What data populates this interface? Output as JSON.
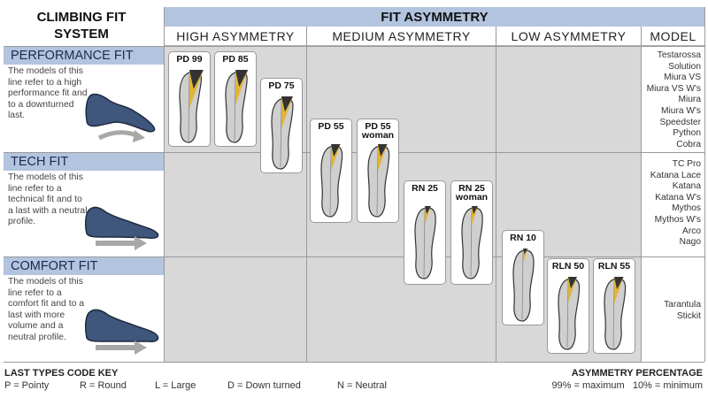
{
  "system_title": "CLIMBING FIT SYSTEM",
  "fit_asymmetry_title": "FIT ASYMMETRY",
  "columns": {
    "high": "HIGH ASYMMETRY",
    "medium": "MEDIUM ASYMMETRY",
    "low": "LOW ASYMMETRY",
    "model": "MODEL"
  },
  "categories": [
    {
      "title": "PERFORMANCE FIT",
      "description": "The models of this line refer to a high performance fit and to a downturned last.",
      "models": [
        "Testarossa",
        "Solution",
        "Miura VS",
        "Miura VS W's",
        "Miura",
        "Miura W's",
        "Speedster",
        "Python",
        "Cobra"
      ]
    },
    {
      "title": "TECH FIT",
      "description": "The models of this line refer to a technical fit and to a last with a neutral profile.",
      "models": [
        "TC Pro",
        "Katana Lace",
        "Katana",
        "Katana W's",
        "Mythos",
        "Mythos W's",
        "Arco",
        "Nago"
      ]
    },
    {
      "title": "COMFORT FIT",
      "description": "The models of this line refer to a comfort fit and to a last with more volume and a neutral profile.",
      "models": [
        "Tarantula",
        "Stickit"
      ]
    }
  ],
  "lasts": [
    {
      "code": "PD 99",
      "sub": "",
      "asymmetry": 99
    },
    {
      "code": "PD 85",
      "sub": "",
      "asymmetry": 85
    },
    {
      "code": "PD 75",
      "sub": "",
      "asymmetry": 75
    },
    {
      "code": "PD 55",
      "sub": "",
      "asymmetry": 55
    },
    {
      "code": "PD 55",
      "sub": "woman",
      "asymmetry": 55
    },
    {
      "code": "RN 25",
      "sub": "",
      "asymmetry": 25
    },
    {
      "code": "RN 25",
      "sub": "woman",
      "asymmetry": 25
    },
    {
      "code": "RN 10",
      "sub": "",
      "asymmetry": 10
    },
    {
      "code": "RLN 50",
      "sub": "",
      "asymmetry": 50
    },
    {
      "code": "RLN 55",
      "sub": "",
      "asymmetry": 55
    }
  ],
  "footer": {
    "key_title": "LAST TYPES CODE KEY",
    "keys": [
      "P = Pointy",
      "R = Round",
      "L = Large",
      "D = Down turned",
      "N = Neutral"
    ],
    "asym_title": "ASYMMETRY PERCENTAGE",
    "asym_text": "99% = maximum   10% = minimum"
  },
  "colors": {
    "header_blue": "#b3c4df",
    "shoe_blue": "#3f567d",
    "arrow_grey": "#a8a8a8",
    "band_grey": "#d8d8d8",
    "asym_yellow": "#e3b21e"
  }
}
